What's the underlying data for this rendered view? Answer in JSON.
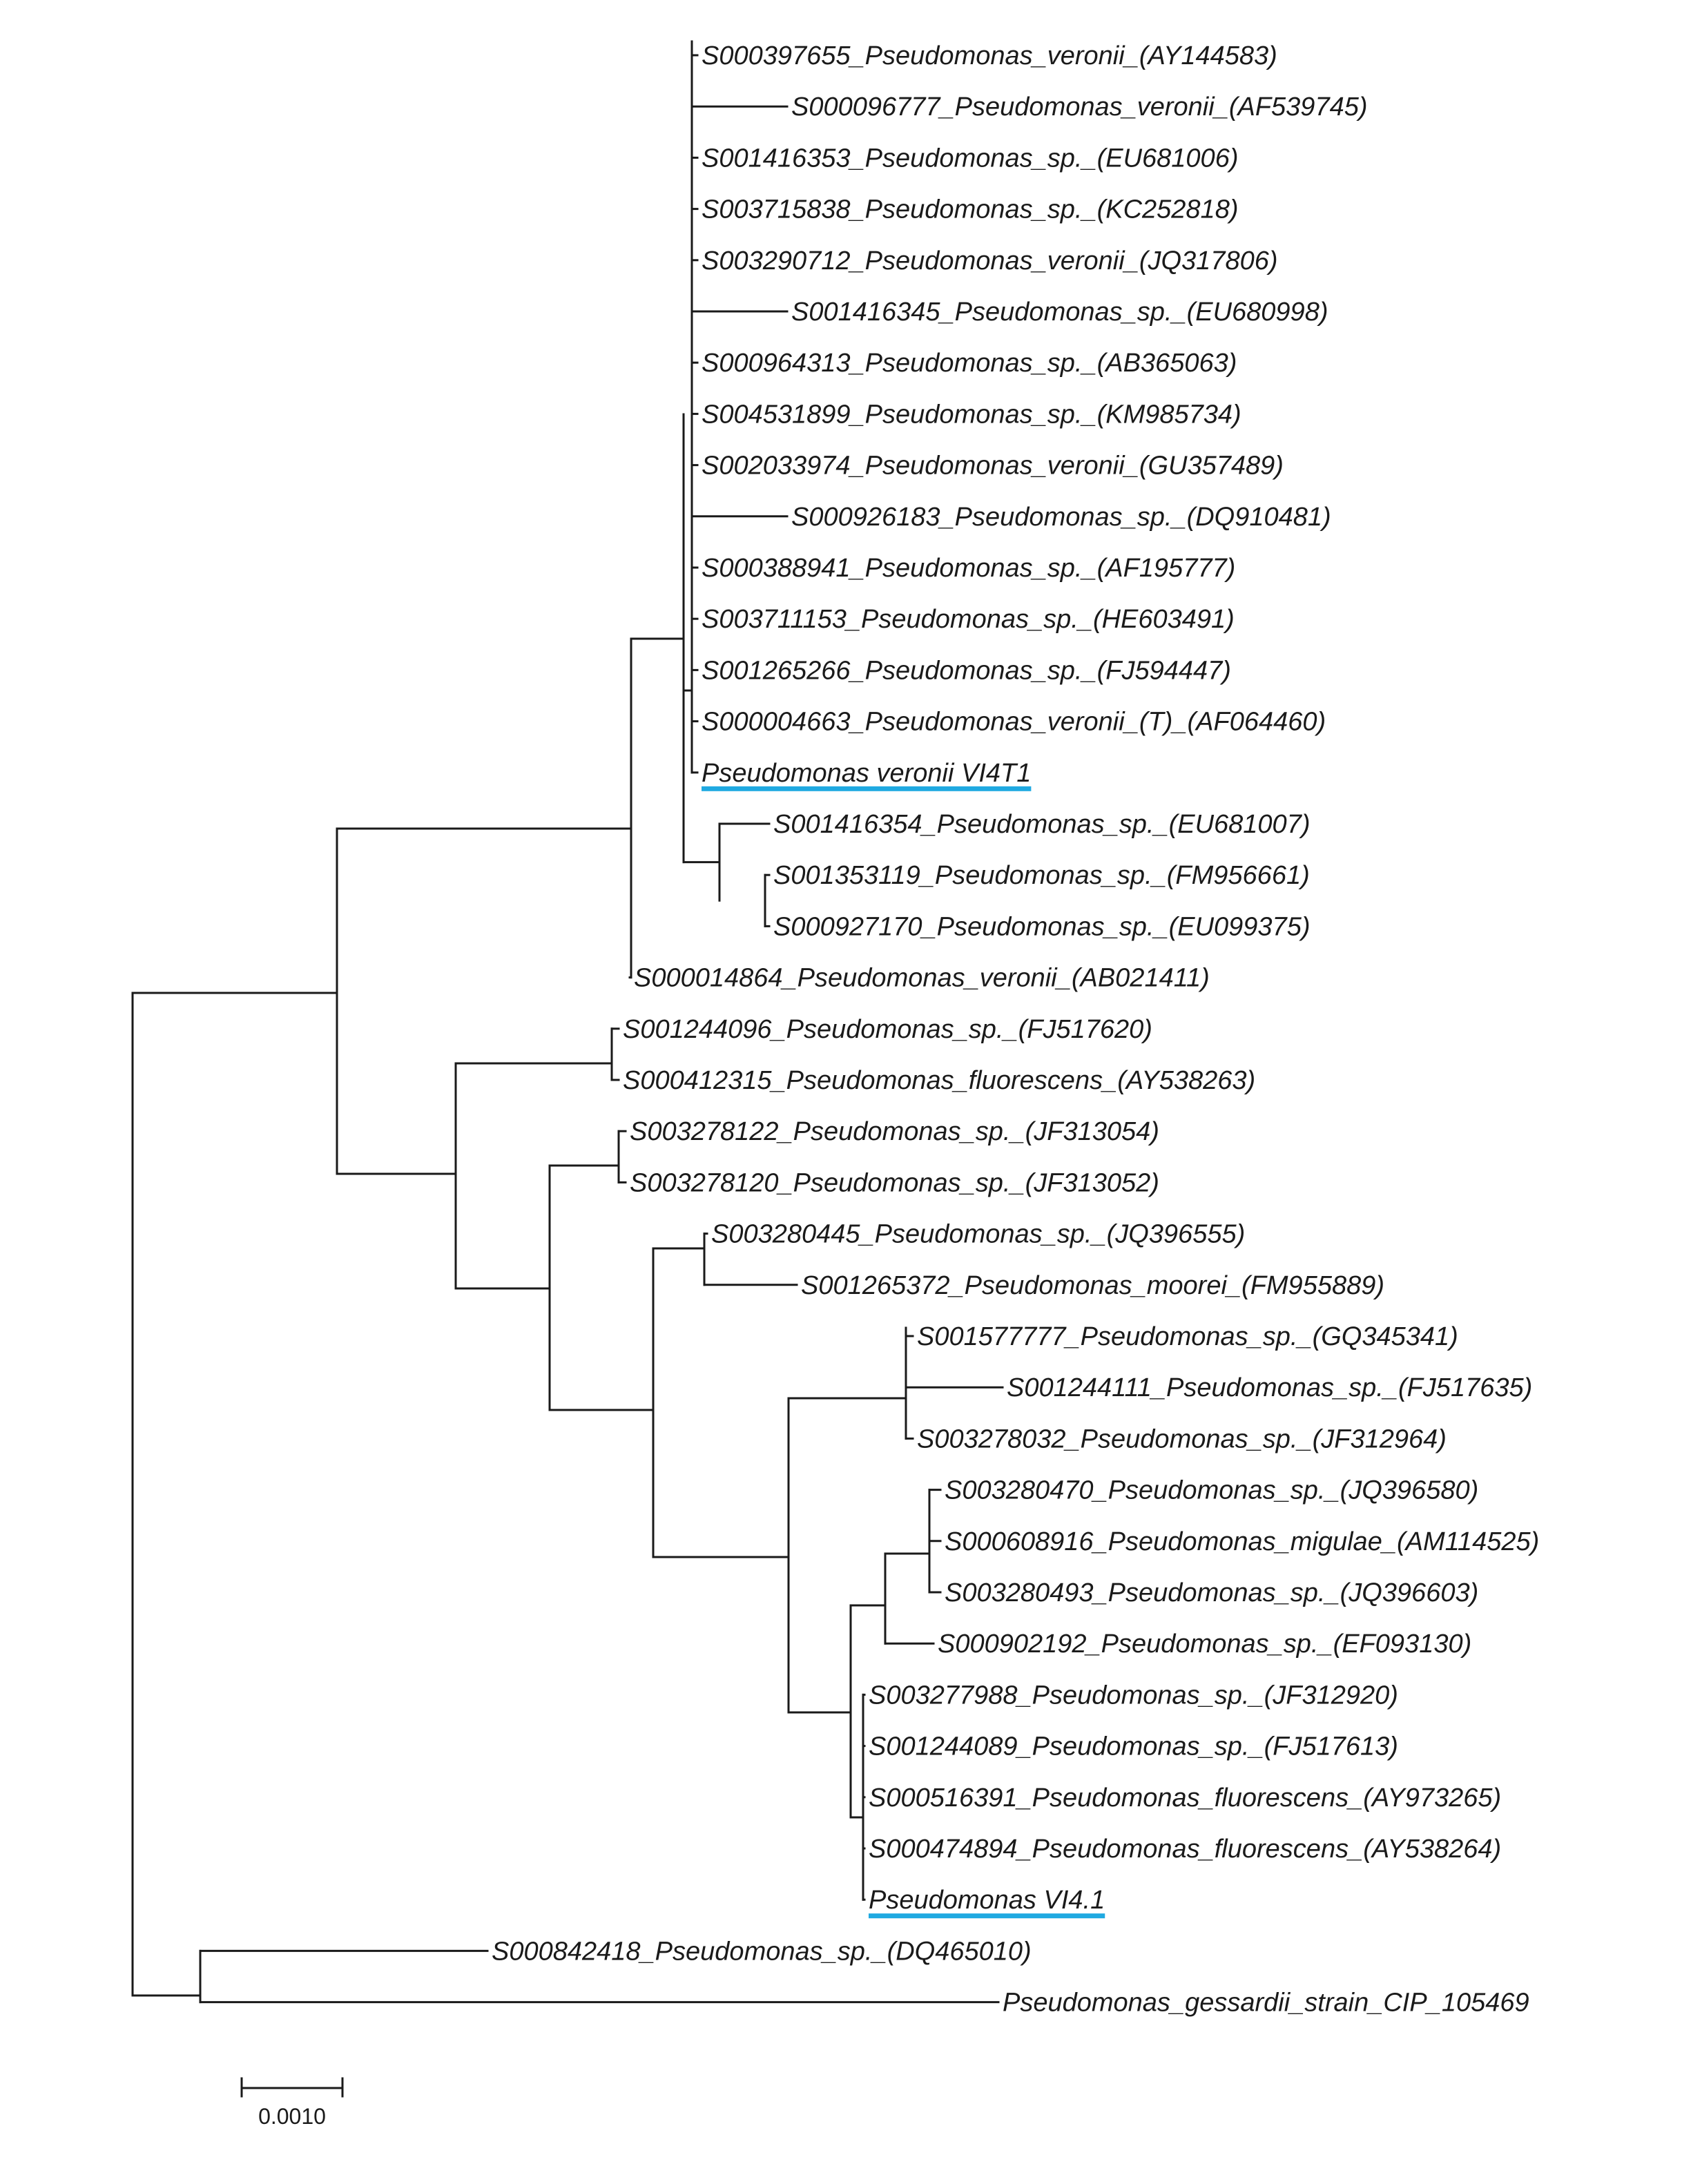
{
  "tree": {
    "highlight_color": "#1fa9e1",
    "leaves": [
      {
        "label": "S000397655_Pseudomonas_veronii_(AY144583)"
      },
      {
        "label": "S000096777_Pseudomonas_veronii_(AF539745)"
      },
      {
        "label": "S001416353_Pseudomonas_sp._(EU681006)"
      },
      {
        "label": "S003715838_Pseudomonas_sp._(KC252818)"
      },
      {
        "label": "S003290712_Pseudomonas_veronii_(JQ317806)"
      },
      {
        "label": "S001416345_Pseudomonas_sp._(EU680998)"
      },
      {
        "label": "S000964313_Pseudomonas_sp._(AB365063)"
      },
      {
        "label": "S004531899_Pseudomonas_sp._(KM985734)"
      },
      {
        "label": "S002033974_Pseudomonas_veronii_(GU357489)"
      },
      {
        "label": "S000926183_Pseudomonas_sp._(DQ910481)"
      },
      {
        "label": "S000388941_Pseudomonas_sp._(AF195777)"
      },
      {
        "label": "S003711153_Pseudomonas_sp._(HE603491)"
      },
      {
        "label": "S001265266_Pseudomonas_sp._(FJ594447)"
      },
      {
        "label": "S000004663_Pseudomonas_veronii_(T)_(AF064460)"
      },
      {
        "label": "Pseudomonas veronii VI4T1",
        "highlight": true
      },
      {
        "label": "S001416354_Pseudomonas_sp._(EU681007)"
      },
      {
        "label": "S001353119_Pseudomonas_sp._(FM956661)"
      },
      {
        "label": "S000927170_Pseudomonas_sp._(EU099375)"
      },
      {
        "label": "S000014864_Pseudomonas_veronii_(AB021411)"
      },
      {
        "label": "S001244096_Pseudomonas_sp._(FJ517620)"
      },
      {
        "label": "S000412315_Pseudomonas_fluorescens_(AY538263)"
      },
      {
        "label": "S003278122_Pseudomonas_sp._(JF313054)"
      },
      {
        "label": "S003278120_Pseudomonas_sp._(JF313052)"
      },
      {
        "label": "S003280445_Pseudomonas_sp._(JQ396555)"
      },
      {
        "label": "S001265372_Pseudomonas_moorei_(FM955889)"
      },
      {
        "label": "S001577777_Pseudomonas_sp._(GQ345341)"
      },
      {
        "label": "S001244111_Pseudomonas_sp._(FJ517635)"
      },
      {
        "label": "S003278032_Pseudomonas_sp._(JF312964)"
      },
      {
        "label": "S003280470_Pseudomonas_sp._(JQ396580)"
      },
      {
        "label": "S000608916_Pseudomonas_migulae_(AM114525)"
      },
      {
        "label": "S003280493_Pseudomonas_sp._(JQ396603)"
      },
      {
        "label": "S000902192_Pseudomonas_sp._(EF093130)"
      },
      {
        "label": "S003277988_Pseudomonas_sp._(JF312920)"
      },
      {
        "label": "S001244089_Pseudomonas_sp._(FJ517613)"
      },
      {
        "label": "S000516391_Pseudomonas_fluorescens_(AY973265)"
      },
      {
        "label": "S000474894_Pseudomonas_fluorescens_(AY538264)"
      },
      {
        "label": "Pseudomonas VI4.1",
        "highlight": true
      },
      {
        "label": "S000842418_Pseudomonas_sp._(DQ465010)"
      },
      {
        "label": "Pseudomonas_gessardii_strain_CIP_105469"
      }
    ],
    "scale_bar": {
      "label": "0.0010",
      "value": 0.001
    }
  }
}
